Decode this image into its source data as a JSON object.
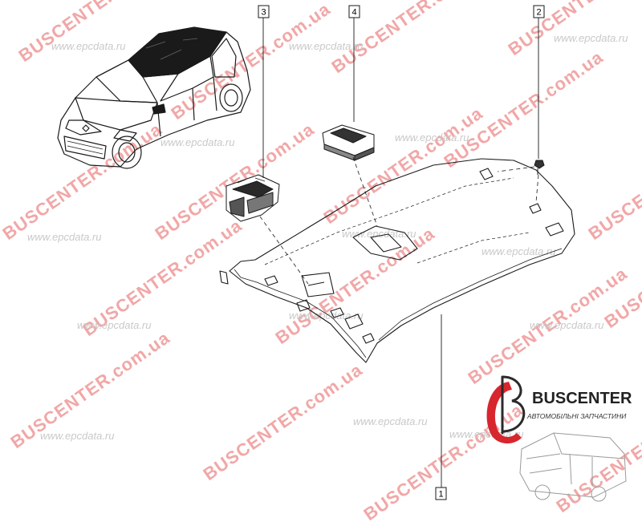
{
  "callouts": [
    {
      "label": "3"
    },
    {
      "label": "4"
    },
    {
      "label": "2"
    },
    {
      "label": "1"
    }
  ],
  "watermarks": {
    "brand": "BUSCENTER",
    "domain_suffix": ".com.ua",
    "secondary": "www.epcdata.ru"
  },
  "logo": {
    "name": "BUSCENTER",
    "tagline": "АВТОМОБІЛЬНІ ЗАПЧАСТИНИ"
  },
  "colors": {
    "watermark_brand": "#f1a7a7",
    "watermark_secondary": "#c9c9c9",
    "logo_red": "#d7262d",
    "line": "#1a1a1a"
  }
}
